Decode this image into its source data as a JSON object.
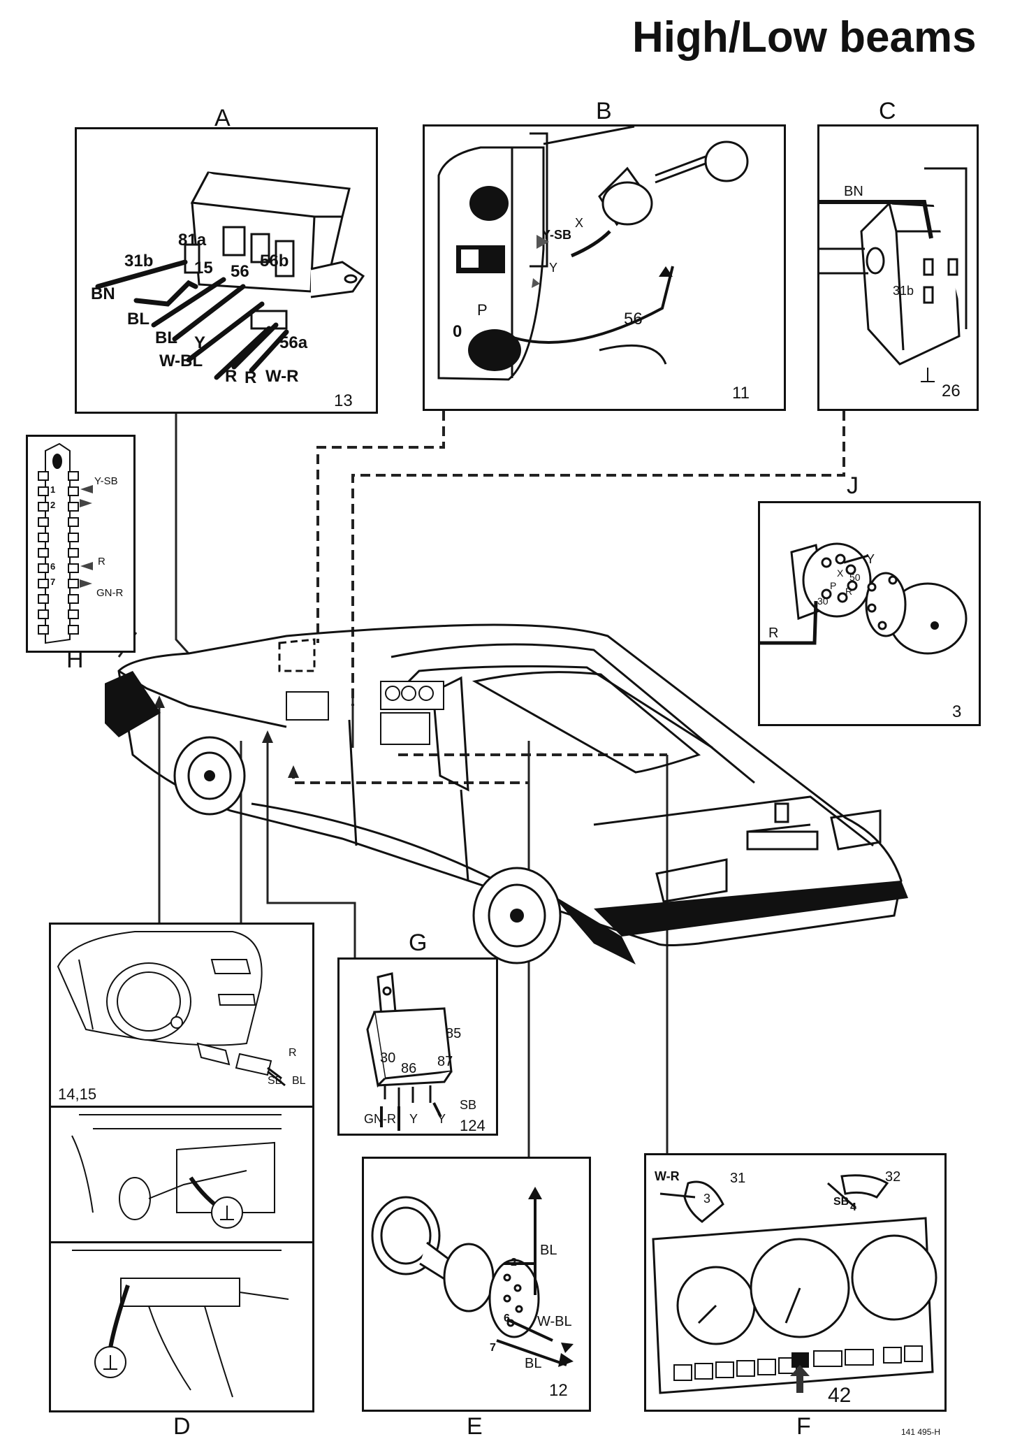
{
  "title": "High/Low beams",
  "doc_number": "141 495-H",
  "panels": {
    "A": {
      "letter": "A",
      "number": "13",
      "terminals": [
        "81a",
        "31b",
        "15",
        "56",
        "56b",
        "56a"
      ],
      "wires": [
        "BN",
        "BL",
        "BL",
        "Y",
        "W-BL",
        "R",
        "R",
        "W-R"
      ]
    },
    "B": {
      "letter": "B",
      "number": "11",
      "labels": [
        "Y-SB",
        "X",
        "Y",
        "56",
        "P",
        "0"
      ]
    },
    "C": {
      "letter": "C",
      "number": "26",
      "labels": [
        "BN",
        "31b"
      ]
    },
    "H": {
      "letter": "H",
      "labels": [
        "Y-SB",
        "1",
        "2",
        "R",
        "6",
        "7",
        "GN-R"
      ]
    },
    "J": {
      "letter": "J",
      "number": "3",
      "labels": [
        "Y",
        "X",
        "50",
        "P",
        "R",
        "30",
        "R"
      ]
    },
    "D": {
      "letter": "D",
      "number": "14,15",
      "labels": [
        "R",
        "SB",
        "BL"
      ]
    },
    "G": {
      "letter": "G",
      "number": "124",
      "labels": [
        "85",
        "30",
        "86",
        "87",
        "GN-R",
        "Y",
        "Y",
        "SB"
      ]
    },
    "E": {
      "letter": "E",
      "number": "12",
      "labels": [
        "BL",
        "2",
        "6",
        "W-BL",
        "7",
        "BL"
      ]
    },
    "F": {
      "letter": "F",
      "number": "42",
      "labels": [
        "W-R",
        "3",
        "31",
        "32",
        "SB",
        "4"
      ]
    }
  }
}
